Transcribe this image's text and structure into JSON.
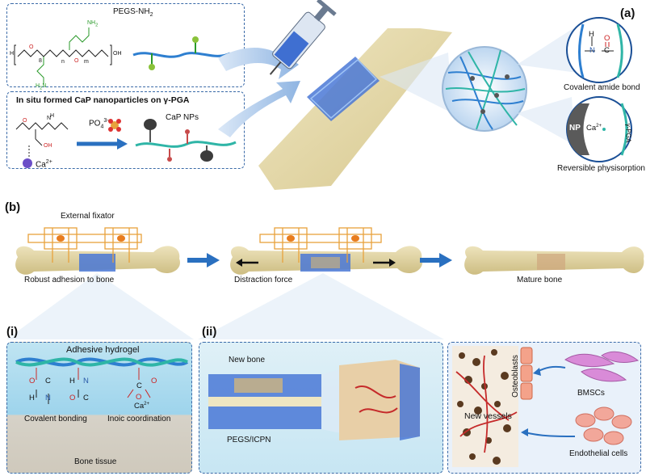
{
  "panel_a": {
    "label": "(a)",
    "polymer_name": "PEGS-NH",
    "polymer_sub": "2",
    "subtitle": "In situ formed CaP nanoparticles on γ-PGA",
    "phosphate": "PO",
    "phosphate_sub": "4",
    "phosphate_sup": "3-",
    "cap_nps": "CaP NPs",
    "calcium": "Ca",
    "calcium_sup": "2+",
    "covalent_amide": "Covalent amide bond",
    "reversible": "Reversible physisorption",
    "np": "NP",
    "ca_np": "Ca",
    "ca_np_sup": "2+",
    "pga": "γ-PGA",
    "amide_h": "H",
    "amide_n": "N",
    "amide_c": "C",
    "amide_o": "O",
    "chem_n": "N",
    "chem_h": "H",
    "chem_o": "O",
    "chem_oh": "OH",
    "chem_nh2_top": "NH",
    "chem_nh2_top_sub": "2",
    "chem_nh2_bot": "H",
    "chem_nh2_bot_sub": "2",
    "chem_nh2_bot_n": "N",
    "chem_m": "m",
    "chem_n_sub": "n",
    "chem_8": "8",
    "chem_h_left": "H",
    "chem_oh_right": "OH",
    "chem_o1": "O",
    "chem_o2": "O",
    "chem_pga_oh": "OH"
  },
  "panel_b": {
    "label": "(b)",
    "external_fixator": "External fixator",
    "robust_adhesion": "Robust adhesion to bone",
    "distraction": "Distraction  force",
    "mature": "Mature bone"
  },
  "panel_i": {
    "label": "(i)",
    "adhesive": "Adhesive hydrogel",
    "covalent_bonding": "Covalent bonding",
    "ionic": "Inoic coordination",
    "bone_tissue": "Bone tissue",
    "ca": "Ca",
    "ca_sup": "2+",
    "o1": "O",
    "c1": "C",
    "h1": "H",
    "n1": "N",
    "h2": "H",
    "n2": "N",
    "o2": "O",
    "c2": "C",
    "o3": "O",
    "c3": "C",
    "o4": "O"
  },
  "panel_ii": {
    "label": "(ii)",
    "new_bone": "New bone",
    "pegs_icpn": "PEGS/ICPN",
    "osteoblasts": "Osteoblasts",
    "new_vessels": "New vessels",
    "bmscs": "BMSCs",
    "endothelial": "Endothelial cells"
  },
  "colors": {
    "box_border": "#3a6aa8",
    "bone": "#e3d7a8",
    "hydrogel_blue": "#3f6fd1",
    "teal": "#2fb5a7",
    "fixator": "#e8a23c",
    "arrow_blue": "#2a70c0"
  }
}
